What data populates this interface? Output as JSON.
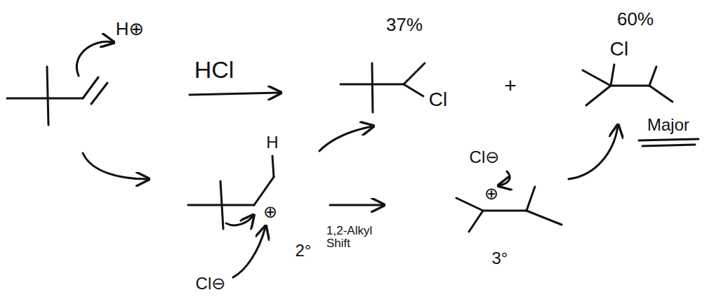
{
  "diagram": {
    "labels": [
      "H⊕",
      "HCl",
      "37%",
      "60%",
      "Cl",
      "+",
      "Cl",
      "Major",
      "H",
      "⊕",
      "1,2-Alkyl Shift",
      "2°",
      "Cl⊖",
      "Cl⊖",
      "⊕",
      "3°"
    ]
  }
}
